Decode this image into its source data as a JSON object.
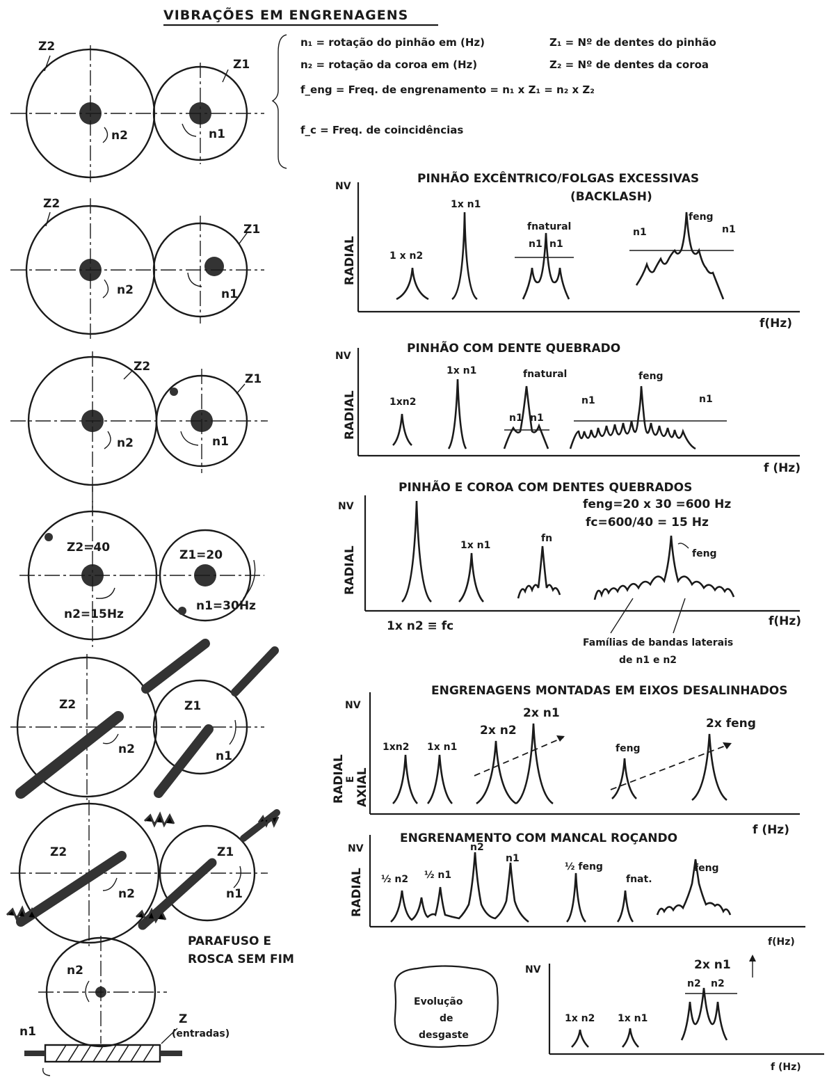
{
  "title": "VIBRAÇÕES EM ENGRENAGENS",
  "legend": [
    "n₁ = rotação do pinhão em (Hz)",
    "Z₁ = Nº de dentes do pinhão",
    "n₂ = rotação da coroa em (Hz)",
    "Z₂ = Nº de dentes da coroa",
    "f_eng = Freq. de engrenamento = n₁ x Z₁ = n₂ x Z₂",
    "f_c = Freq. de coincidências"
  ],
  "gears": {
    "g1": {
      "z2": "Z2",
      "z1": "Z1",
      "n2": "n2",
      "n1": "n1"
    },
    "g2": {
      "z2": "Z2",
      "z1": "Z1",
      "n2": "n2",
      "n1": "n1"
    },
    "g3": {
      "z2": "Z2",
      "z1": "Z1",
      "n2": "n2",
      "n1": "n1"
    },
    "g4": {
      "z2": "Z2=40",
      "z1": "Z1=20",
      "n2": "n2=15Hz",
      "n1": "n1=30Hz"
    },
    "g5": {
      "z2": "Z2",
      "z1": "Z1",
      "n2": "n2",
      "n1": "n1"
    },
    "g6": {
      "z2": "Z2",
      "z1": "Z1",
      "n2": "n2",
      "n1": "n1"
    },
    "worm": {
      "n2": "n2",
      "n1": "n1",
      "z": "Z",
      "entradas": "(entradas)",
      "label1": "PARAFUSO E",
      "label2": "ROSCA SEM FIM"
    }
  },
  "charts": {
    "c1": {
      "title1": "PINHÃO EXCÊNTRICO/FOLGAS EXCESSIVAS",
      "title2": "(BACKLASH)",
      "nv": "NV",
      "ylabel": "RADIAL",
      "xlabel": "f(Hz)",
      "labels": [
        "1 x n2",
        "1x n1",
        "fnatural",
        "n1",
        "n1",
        "feng",
        "n1",
        "n1"
      ]
    },
    "c2": {
      "title1": "PINHÃO COM DENTE QUEBRADO",
      "nv": "NV",
      "ylabel": "RADIAL",
      "xlabel": "f (Hz)",
      "labels": [
        "1xn2",
        "1x n1",
        "fnatural",
        "n1",
        "n1",
        "feng",
        "n1",
        "n1"
      ]
    },
    "c3": {
      "title1": "PINHÃO E COROA COM DENTES QUEBRADOS",
      "title2": "feng=20 x 30 =600 Hz",
      "title3": "fc=600/40 = 15 Hz",
      "nv": "NV",
      "ylabel": "RADIAL",
      "xlabel": "f(Hz)",
      "labels": [
        "1x n1",
        "fn",
        "feng"
      ],
      "under1": "1x n2 ≡ fc",
      "under2": "Famílias de bandas laterais",
      "under3": "de n1 e n2"
    },
    "c4": {
      "title1": "ENGRENAGENS MONTADAS EM EIXOS DESALINHADOS",
      "nv": "NV",
      "ylabel1": "RADIAL",
      "ylabel2": "E",
      "ylabel3": "AXIAL",
      "xlabel": "f (Hz)",
      "labels": [
        "1xn2",
        "1x n1",
        "2x n2",
        "2x n1",
        "feng",
        "2x feng"
      ]
    },
    "c5": {
      "title1": "ENGRENAMENTO COM MANCAL ROÇANDO",
      "nv": "NV",
      "ylabel": "RADIAL",
      "xlabel": "f(Hz)",
      "labels": [
        "½ n2",
        "½ n1",
        "n2",
        "n1",
        "½ feng",
        "fnat.",
        "feng"
      ]
    },
    "c6": {
      "nv": "NV",
      "xlabel": "f (Hz)",
      "labels": [
        "1x n2",
        "1x n1",
        "2x n1",
        "n2",
        "n2"
      ]
    }
  },
  "bubble": [
    "Evolução",
    "de",
    "desgaste"
  ]
}
